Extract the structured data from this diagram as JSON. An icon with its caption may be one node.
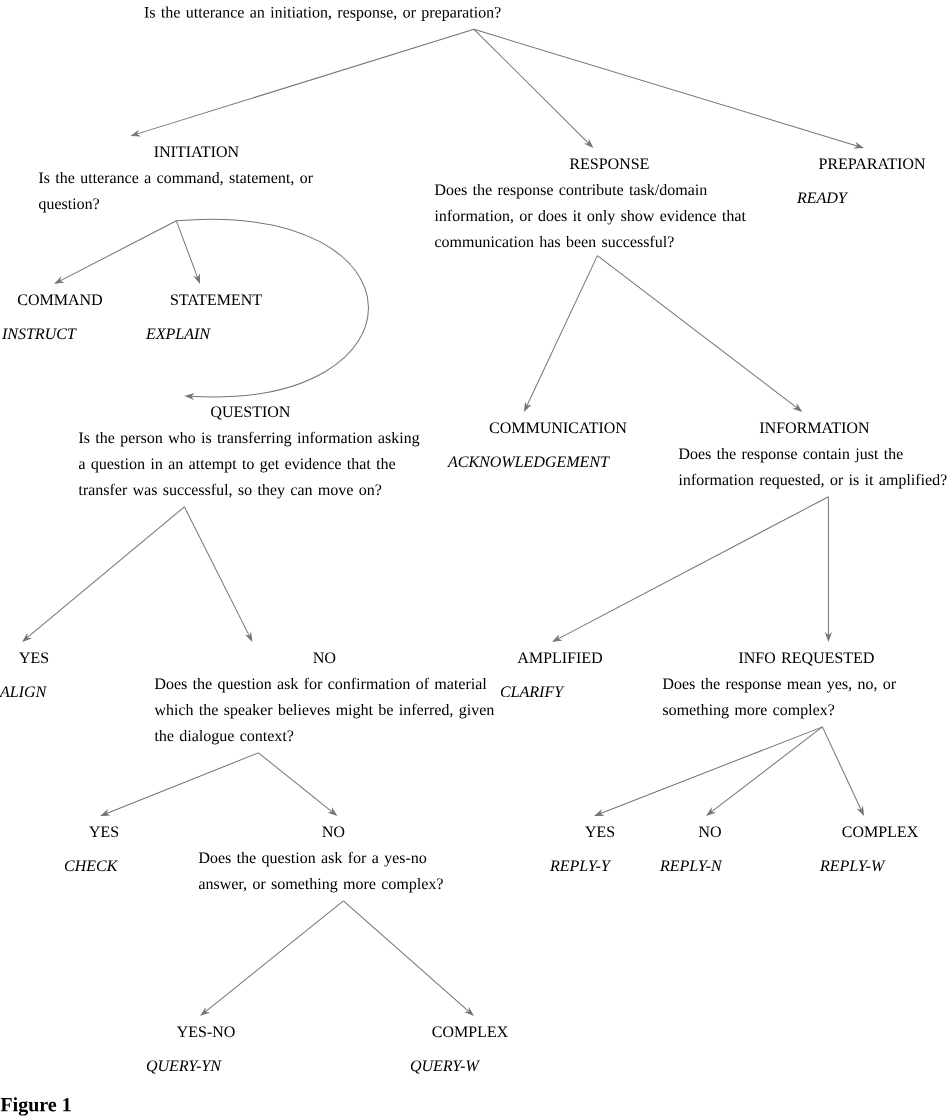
{
  "diagram": {
    "caption": "Figure 1",
    "nodes": [
      {
        "text": [
          "Is the utterance an initiation, response, or preparation?"
        ]
      },
      {
        "text": [
          "INITIATION",
          "Is the utterance a command, statement, or question?"
        ]
      },
      {
        "text": [
          "RESPONSE",
          "Does the response contribute task/domain information, or does it only show evidence that communication has been successful?"
        ]
      },
      {
        "text": [
          "PREPARATION",
          "READY"
        ]
      },
      {
        "text": [
          "COMMAND",
          "INSTRUCT"
        ]
      },
      {
        "text": [
          "STATEMENT",
          "EXPLAIN"
        ]
      },
      {
        "text": [
          "QUESTION",
          "Is the person who is transferring information asking a question in an attempt to get evidence that the transfer was successful, so they can move on?"
        ]
      },
      {
        "text": [
          "COMMUNICATION",
          "ACKNOWLEDGEMENT"
        ]
      },
      {
        "text": [
          "INFORMATION",
          "Does the response contain just the information requested, or is it amplified?"
        ]
      },
      {
        "text": [
          "YES",
          "ALIGN"
        ]
      },
      {
        "text": [
          "NO",
          "Does the question ask for confirmation of material which the speaker believes might be inferred, given the dialogue context?"
        ]
      },
      {
        "text": [
          "AMPLIFIED",
          "CLARIFY"
        ]
      },
      {
        "text": [
          "INFO REQUESTED",
          "Does the response mean yes, no, or something more complex?"
        ]
      },
      {
        "text": [
          "YES",
          "CHECK"
        ]
      },
      {
        "text": [
          "NO",
          "Does the question ask for a yes-no answer, or something more complex?"
        ]
      },
      {
        "text": [
          "YES",
          "REPLY-Y"
        ]
      },
      {
        "text": [
          "NO",
          "REPLY-N"
        ]
      },
      {
        "text": [
          "COMPLEX",
          "REPLY-W"
        ]
      },
      {
        "text": [
          "YES-NO",
          "QUERY-YN"
        ]
      },
      {
        "text": [
          "COMPLEX",
          "QUERY-W"
        ]
      }
    ],
    "edges": [
      {
        "from": 0,
        "to": 1,
        "arrow": "to"
      },
      {
        "from": 0,
        "to": 2,
        "arrow": "to"
      },
      {
        "from": 0,
        "to": 3,
        "arrow": "to"
      },
      {
        "from": 1,
        "to": 4,
        "arrow": "to"
      },
      {
        "from": 1,
        "to": 5,
        "arrow": "to"
      },
      {
        "from": 1,
        "to": 6,
        "arrow": "to"
      },
      {
        "from": 2,
        "to": 7,
        "arrow": "to"
      },
      {
        "from": 2,
        "to": 8,
        "arrow": "to"
      },
      {
        "from": 6,
        "to": 9,
        "arrow": "to"
      },
      {
        "from": 6,
        "to": 10,
        "arrow": "to"
      },
      {
        "from": 8,
        "to": 11,
        "arrow": "to"
      },
      {
        "from": 8,
        "to": 12,
        "arrow": "to"
      },
      {
        "from": 10,
        "to": 13,
        "arrow": "to"
      },
      {
        "from": 10,
        "to": 14,
        "arrow": "to"
      },
      {
        "from": 12,
        "to": 15,
        "arrow": "to"
      },
      {
        "from": 12,
        "to": 16,
        "arrow": "to"
      },
      {
        "from": 12,
        "to": 17,
        "arrow": "to"
      },
      {
        "from": 14,
        "to": 18,
        "arrow": "to"
      },
      {
        "from": 14,
        "to": 19,
        "arrow": "to"
      }
    ]
  }
}
